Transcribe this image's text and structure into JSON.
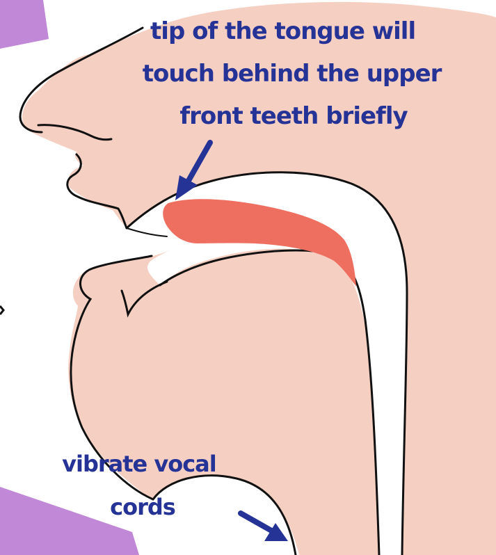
{
  "annotations": {
    "tongue_tip": [
      "tip of the tongue will",
      "touch behind  the upper",
      "front teeth briefly"
    ],
    "vocal_cords": [
      "vibrate vocal",
      "cords"
    ]
  },
  "colors": {
    "skin": "#F5CFC2",
    "tongue": "#EE6F5F",
    "outline": "#111111",
    "label_text": "#253396",
    "arrow": "#253396",
    "accent_purple": "#C088D6",
    "background": "#FFFFFF"
  }
}
